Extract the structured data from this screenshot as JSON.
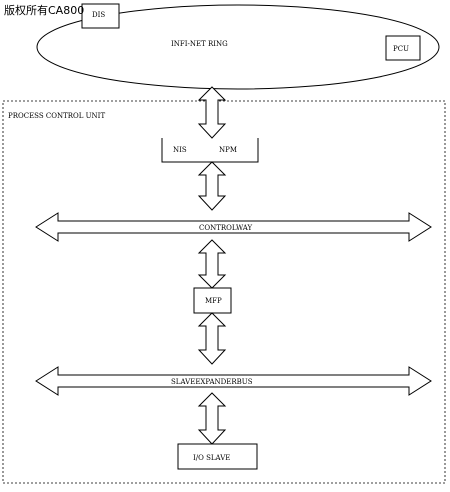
{
  "watermark": "版权所有CA800",
  "diagram": {
    "ring_label": "INFI-NET  RING",
    "dis_label": "DIS",
    "pcu_label": "PCU",
    "unit_label": "PROCESS  CONTROL  UNIT",
    "nis_label": "NIS",
    "npm_label": "NPM",
    "controlway_label": "CONTROLWAY",
    "mfp_label": "MFP",
    "slave_bus_label": "SLAVEEXPANDERBUS",
    "io_slave_label": "I/O SLAVE"
  },
  "colors": {
    "line": "#000000",
    "background": "#ffffff"
  }
}
